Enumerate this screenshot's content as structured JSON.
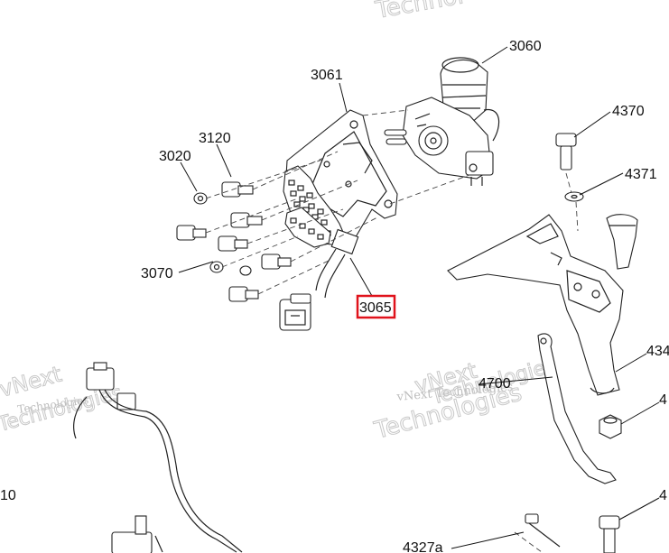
{
  "watermark": {
    "top": "Technol",
    "left_line1": "vNext",
    "left_line2": "Technologies",
    "left_line3": "Technologies",
    "center_line1": "vNext",
    "center_line2": "vNext Technologies",
    "center_line3": "Technologies",
    "center_line4": "Technologies"
  },
  "labels": {
    "p3060": "3060",
    "p3061": "3061",
    "p3120": "3120",
    "p3020": "3020",
    "p3070": "3070",
    "p3065": "3065",
    "p4370": "4370",
    "p4371": "4371",
    "p4700": "4700",
    "p434": "434",
    "p4a": "4",
    "p4b": "4",
    "p10": "10",
    "p4327a": "4327a"
  },
  "highlight": {
    "part": "3065",
    "color": "#e0121b"
  }
}
